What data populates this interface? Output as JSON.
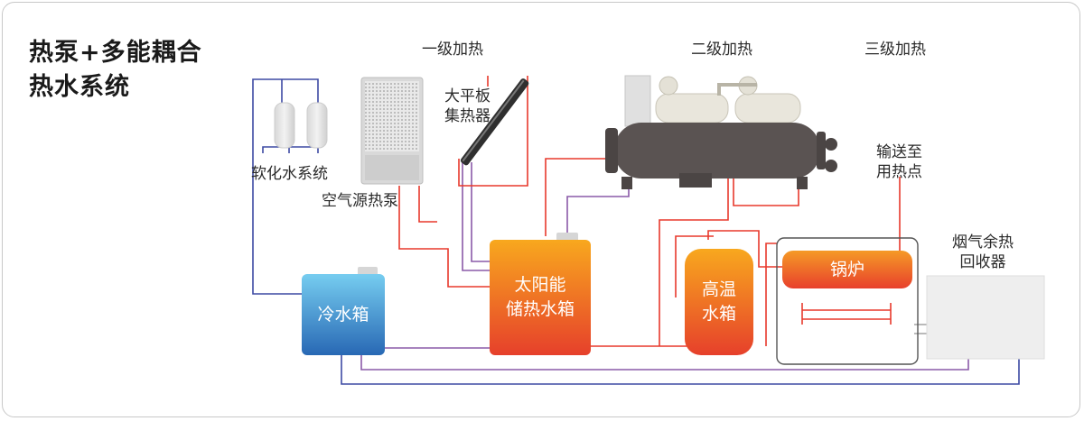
{
  "title": {
    "line1": "热泵+多能耦合",
    "line2": "热水系统"
  },
  "labels": {
    "stage1": "一级加热",
    "stage2": "二级加热",
    "stage3": "三级加热",
    "soft_water": "软化水系统",
    "air_heat_pump": "空气源热泵",
    "solar_collector_line1": "大平板",
    "solar_collector_line2": "集热器",
    "delivery_line1": "输送至",
    "delivery_line2": "用热点",
    "flue_recovery_line1": "烟气余热",
    "flue_recovery_line2": "回收器"
  },
  "tanks": {
    "cold": "冷水箱",
    "solar_line1": "太阳能",
    "solar_line2": "储热水箱",
    "hot_line1": "高温",
    "hot_line2": "水箱",
    "boiler": "锅炉"
  },
  "colors": {
    "hot_pipe": "#e8392c",
    "cold_pipe": "#3d4aa3",
    "mixed_pipe": "#8a5aa8",
    "cold_tank_top": "#6fc6ee",
    "cold_tank_bottom": "#2a6fb8",
    "hot_tank_top": "#f7a21d",
    "hot_tank_bottom": "#e8452c"
  }
}
